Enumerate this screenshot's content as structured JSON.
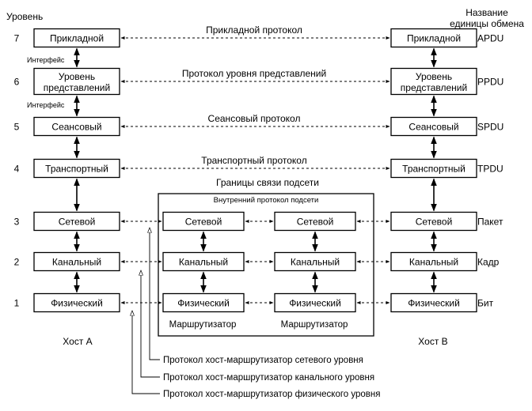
{
  "header": {
    "level_title": "Уровень",
    "unit_title_line1": "Название",
    "unit_title_line2": "единицы обмена"
  },
  "levels": [
    {
      "num": "7",
      "host_a": [
        "Прикладной"
      ],
      "host_b": [
        "Прикладной"
      ],
      "protocol": "Прикладной протокол",
      "unit": "APDU"
    },
    {
      "num": "6",
      "host_a": [
        "Уровень",
        "представлений"
      ],
      "host_b": [
        "Уровень",
        "представлений"
      ],
      "protocol": "Протокол уровня представлений",
      "unit": "PPDU"
    },
    {
      "num": "5",
      "host_a": [
        "Сеансовый"
      ],
      "host_b": [
        "Сеансовый"
      ],
      "protocol": "Сеансовый протокол",
      "unit": "SPDU"
    },
    {
      "num": "4",
      "host_a": [
        "Транспортный"
      ],
      "host_b": [
        "Транспортный"
      ],
      "protocol": "Транспортный протокол",
      "unit": "TPDU"
    },
    {
      "num": "3",
      "host_a": [
        "Сетевой"
      ],
      "host_b": [
        "Сетевой"
      ],
      "unit": "Пакет"
    },
    {
      "num": "2",
      "host_a": [
        "Канальный"
      ],
      "host_b": [
        "Канальный"
      ],
      "unit": "Кадр"
    },
    {
      "num": "1",
      "host_a": [
        "Физический"
      ],
      "host_b": [
        "Физический"
      ],
      "unit": "Бит"
    }
  ],
  "interfaces": [
    "Интерфейс",
    "Интерфейс"
  ],
  "subnet": {
    "boundary_label": "Границы связи подсети",
    "inner_protocol": "Внутренний протокол подсети",
    "router_label": "Маршрутизатор",
    "router_layers": [
      "Сетевой",
      "Канальный",
      "Физический"
    ]
  },
  "hosts": {
    "a": "Хост А",
    "b": "Хост В"
  },
  "host_router_protocols": [
    "Протокол хост-маршрутизатор сетевого уровня",
    "Протокол хост-маршрутизатор канального уровня",
    "Протокол хост-маршрутизатор физического уровня"
  ]
}
